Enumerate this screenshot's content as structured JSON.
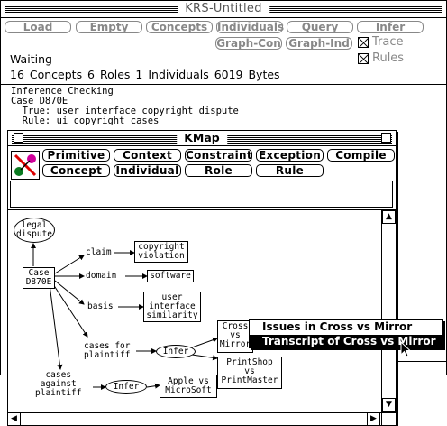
{
  "main_window": {
    "title": "KRS-Untitled",
    "buttons_row1": [
      "Load",
      "Empty",
      "Concepts",
      "Individuals",
      "Query",
      "Infer"
    ],
    "buttons_row2": [
      "Graph-Con",
      "Graph-Ind"
    ],
    "trace_label": "Trace",
    "rules_label": "Rules",
    "status": "Waiting",
    "stats": "16 Concepts  6 Roles  1 Individuals  6019 Bytes",
    "transcript": [
      "Inference Checking",
      "Case D870E",
      "  True: user interface copyright dispute",
      "  Rule: ui copyright cases"
    ]
  },
  "kmap": {
    "title": "KMap",
    "row1": [
      "Primitive",
      "Context",
      "Constraint",
      "Exception",
      "Compile"
    ],
    "row2": [
      "Concept",
      "Individual",
      "Role",
      "Rule"
    ],
    "input_value": "",
    "graph": {
      "legal": "legal\ndispute",
      "case": "Case\nD870E",
      "claim": "claim",
      "copyright": "copyright\nviolation",
      "domain": "domain",
      "software": "software",
      "basis": "basis",
      "ui": "user\ninterface\nsimilarity",
      "cfp": "cases for\nplaintiff",
      "infer1": "Infer",
      "cross": "Cross\nvs\nMirror",
      "printshop": "PrintShop\nvs\nPrintMaster",
      "cap": "cases\nagainst\nplaintiff",
      "infer2": "Infer",
      "apple": "Apple vs\nMicroSoft"
    }
  },
  "popup": {
    "items": [
      "Issues in Cross vs Mirror",
      "Transcript of Cross vs Mirror"
    ],
    "selected_index": 1
  }
}
